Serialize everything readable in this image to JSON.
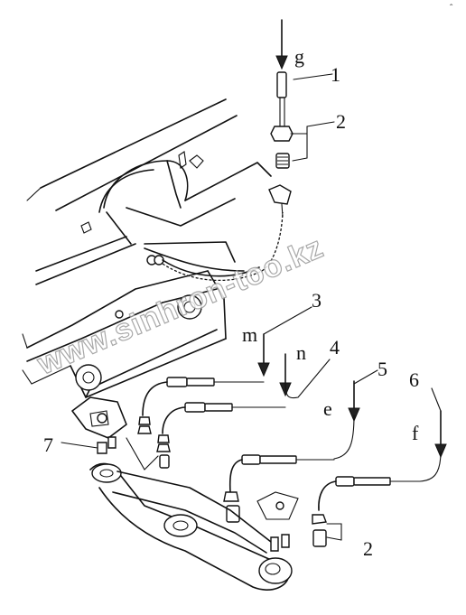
{
  "corner_mark": "ˆ",
  "watermark": "www.sinhron-too.kz",
  "labels": {
    "g": "g",
    "m": "m",
    "n": "n",
    "e": "e",
    "f": "f",
    "c1": "1",
    "c2a": "2",
    "c3": "3",
    "c4": "4",
    "c5": "5",
    "c6": "6",
    "c7": "7",
    "c2b": "2"
  }
}
